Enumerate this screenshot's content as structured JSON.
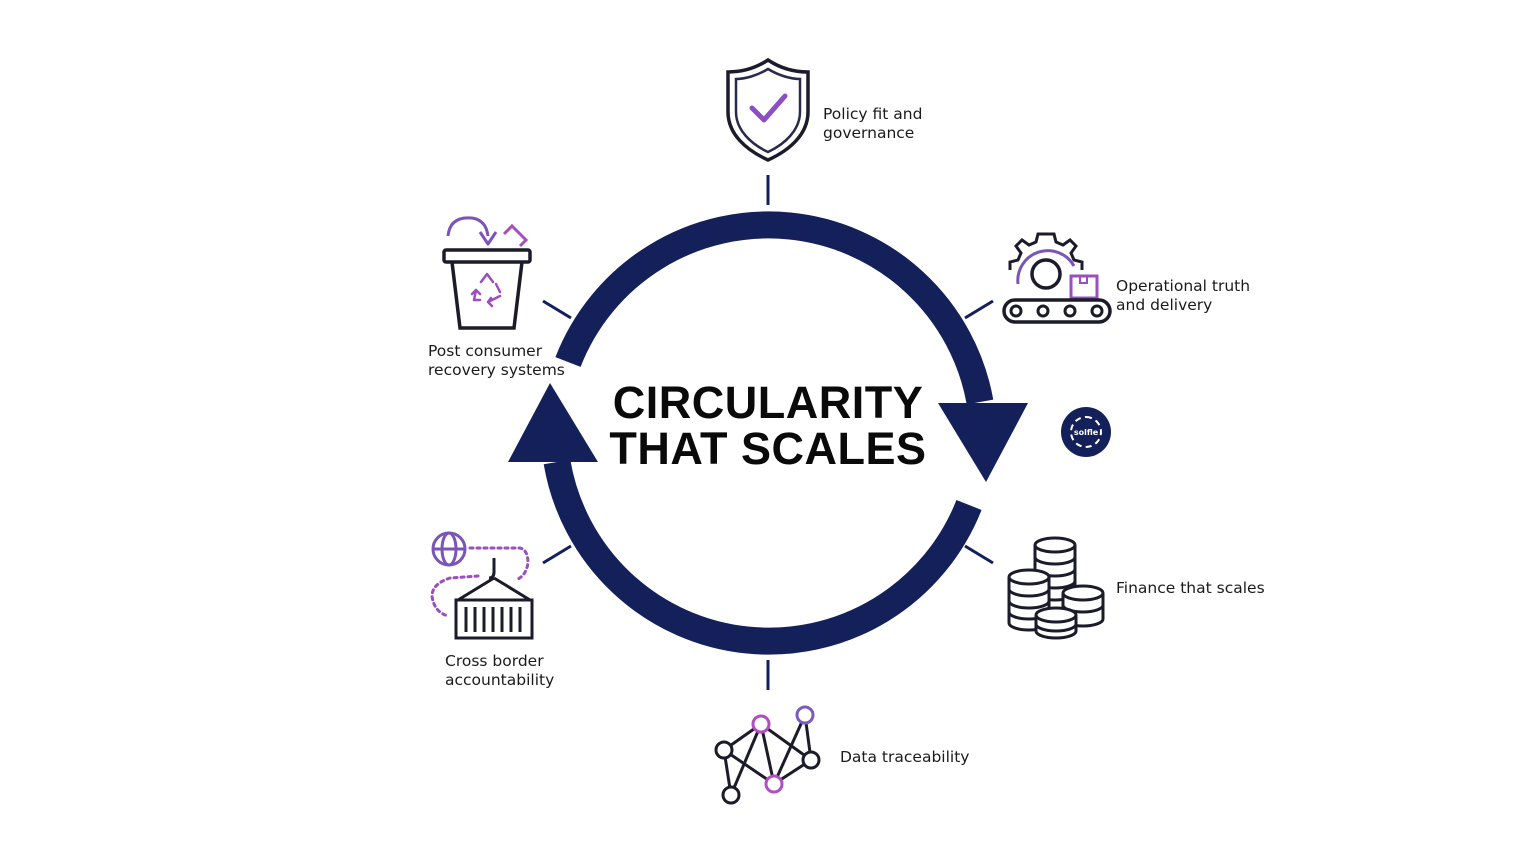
{
  "diagram": {
    "title_line1": "CIRCULARITY",
    "title_line2": "THAT SCALES",
    "ring_color": "#14205a",
    "accent_color": "#8a4fc4",
    "badge_text": "solfle",
    "nodes": [
      {
        "id": "policy",
        "label_line1": "Policy fit and",
        "label_line2": "governance",
        "icon": "shield-check-icon"
      },
      {
        "id": "operations",
        "label_line1": "Operational truth",
        "label_line2": "and delivery",
        "icon": "gear-conveyor-icon"
      },
      {
        "id": "finance",
        "label_line1": "Finance that scales",
        "label_line2": "",
        "icon": "coin-stacks-icon"
      },
      {
        "id": "data",
        "label_line1": "Data traceability",
        "label_line2": "",
        "icon": "network-nodes-icon"
      },
      {
        "id": "cross-border",
        "label_line1": "Cross border",
        "label_line2": "accountability",
        "icon": "globe-container-icon"
      },
      {
        "id": "recovery",
        "label_line1": "Post consumer",
        "label_line2": "recovery systems",
        "icon": "recycle-bin-icon"
      }
    ]
  }
}
